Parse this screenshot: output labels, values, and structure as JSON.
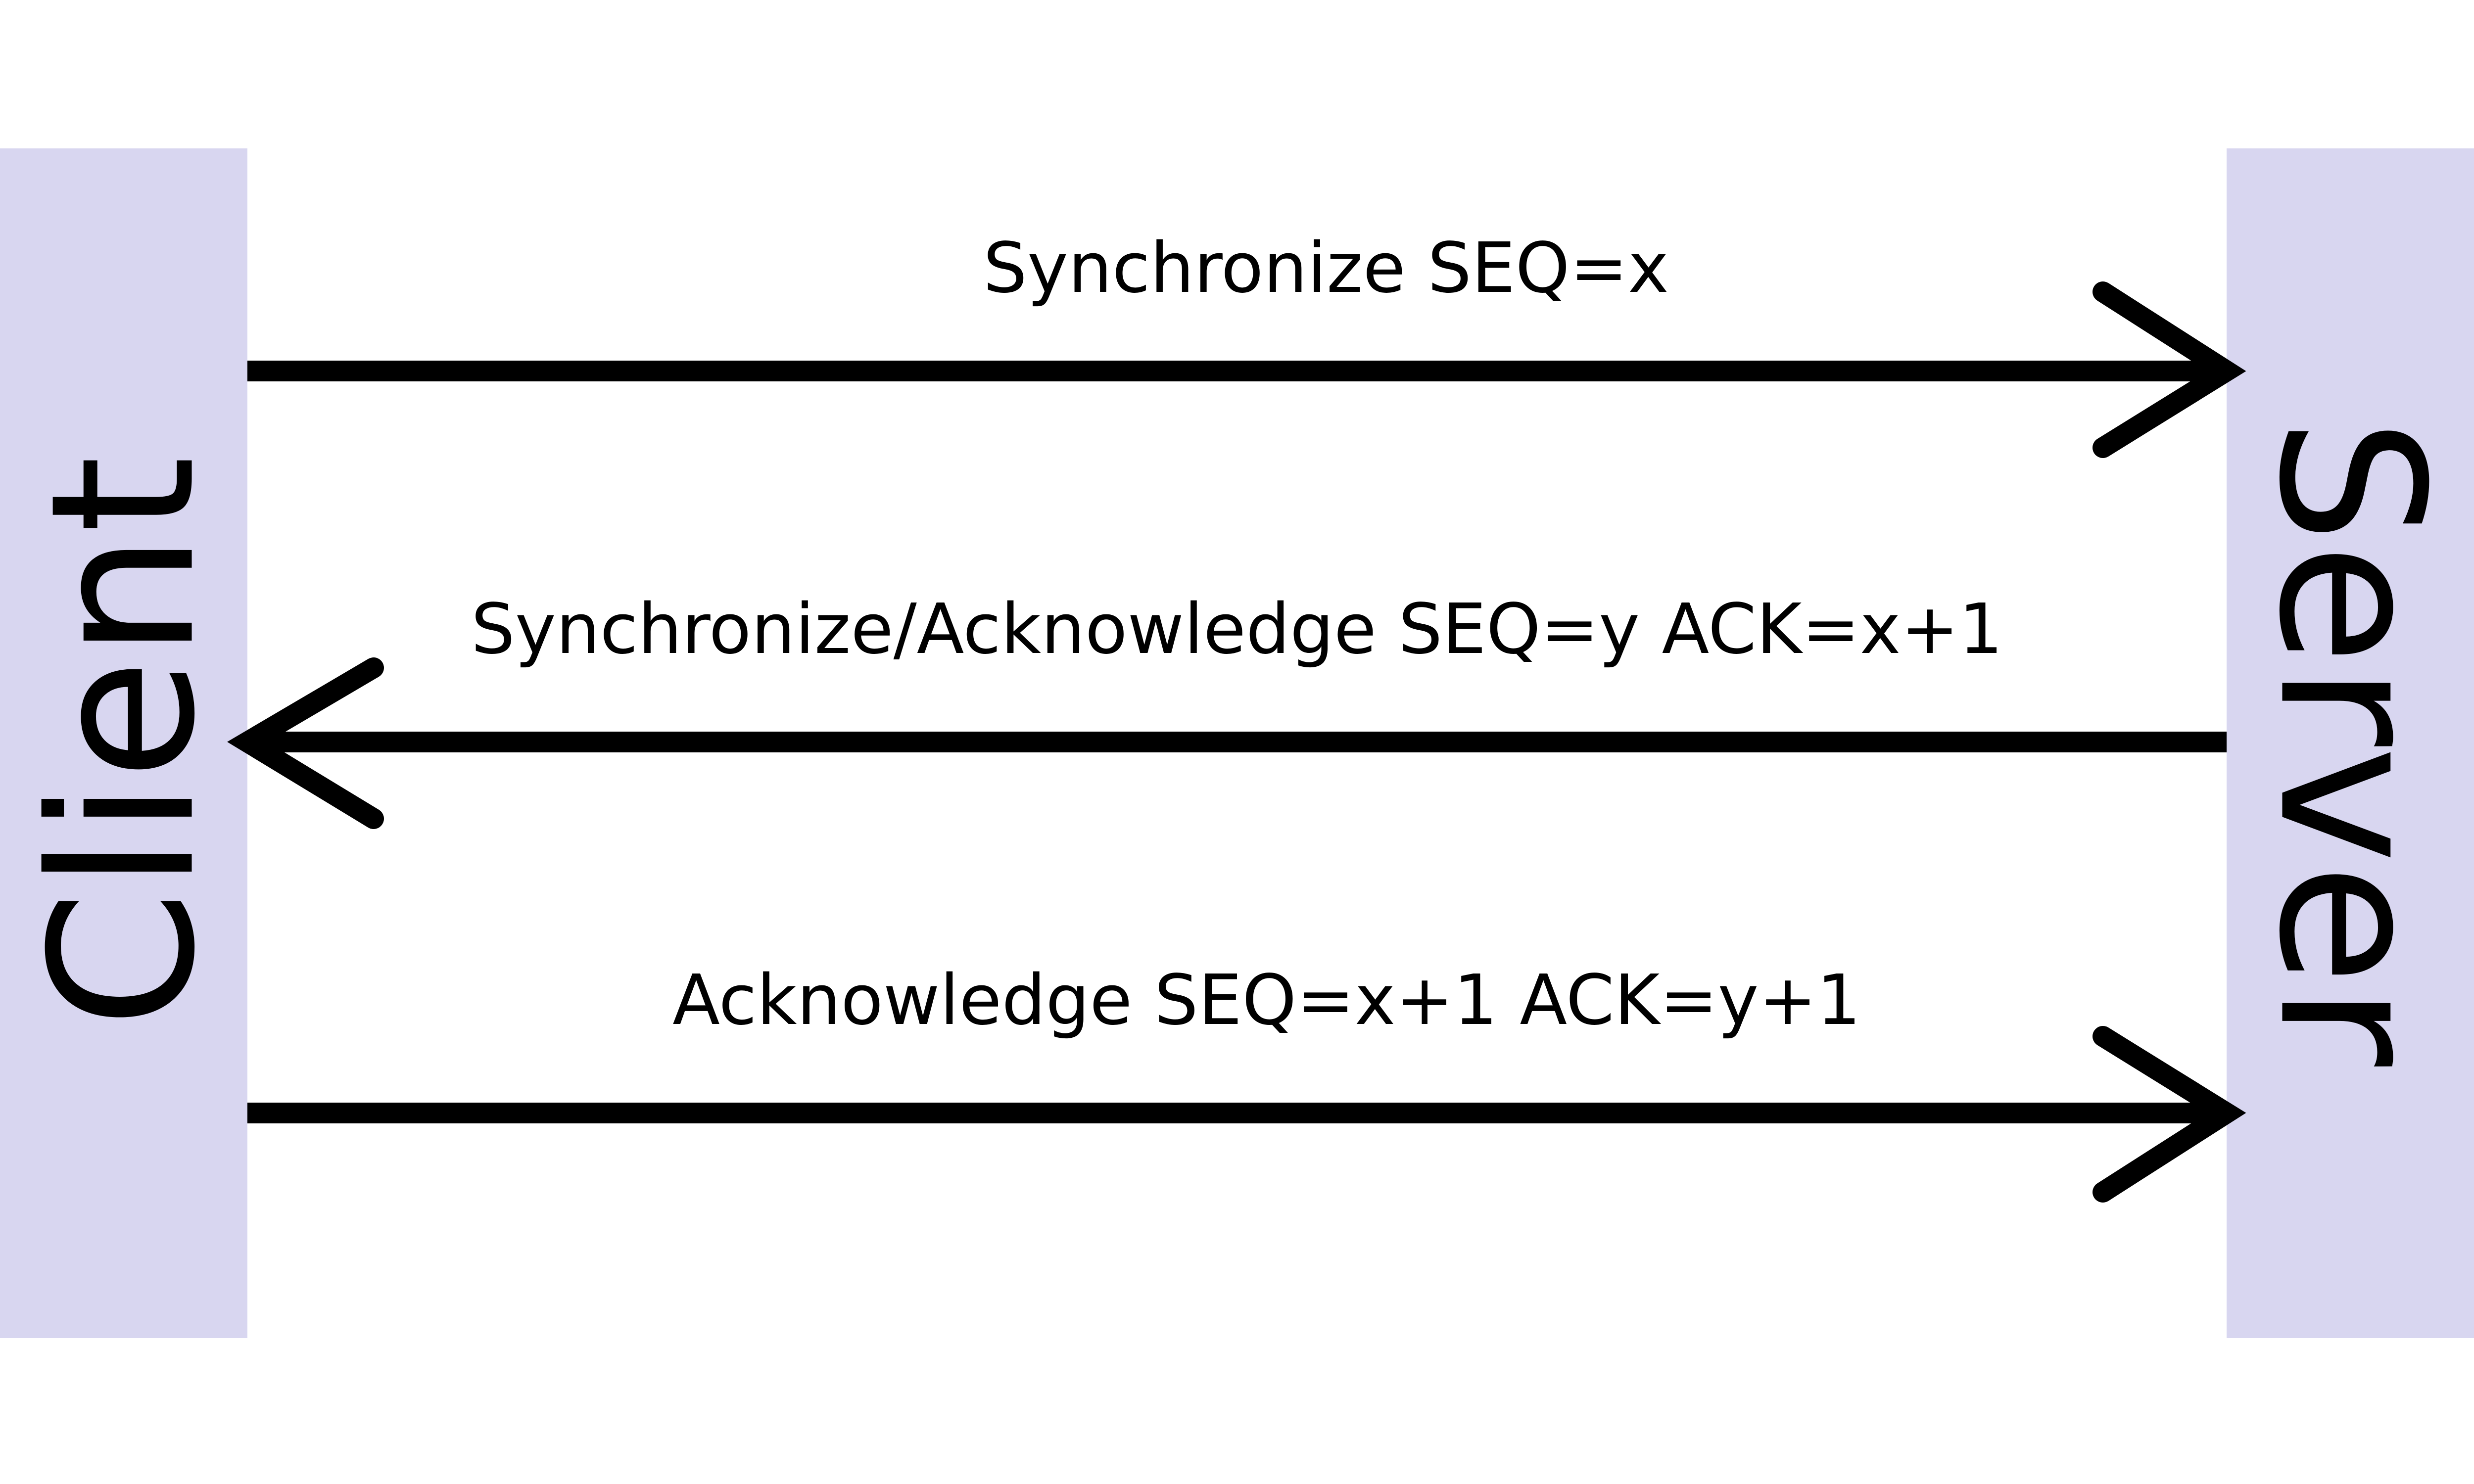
{
  "diagram": {
    "type": "sequence",
    "colors": {
      "participant_fill": "#d8d6f0",
      "arrow": "#000000",
      "text": "#000000",
      "background": "#ffffff"
    },
    "participants": {
      "left": "Client",
      "right": "Server"
    },
    "messages": [
      {
        "label": "Synchronize SEQ=x",
        "from": "Client",
        "to": "Server"
      },
      {
        "label": "Synchronize/Acknowledge SEQ=y ACK=x+1",
        "from": "Server",
        "to": "Client"
      },
      {
        "label": "Acknowledge SEQ=x+1 ACK=y+1",
        "from": "Client",
        "to": "Server"
      }
    ]
  }
}
